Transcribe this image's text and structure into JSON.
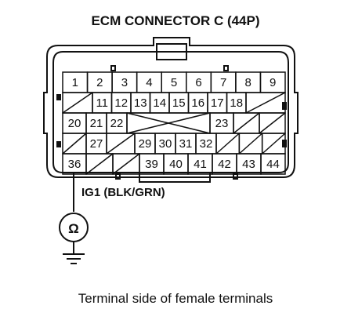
{
  "title": "ECM CONNECTOR C (44P)",
  "wire_label": "IG1 (BLK/GRN)",
  "caption": "Terminal side of female terminals",
  "ground_symbol": "ohmmeter-to-ground-icon",
  "meter_symbol": "Ω",
  "rows": [
    [
      "1",
      "2",
      "3",
      "4",
      "5",
      "6",
      "7",
      "8",
      "9"
    ],
    [
      "",
      "11",
      "12",
      "13",
      "14",
      "15",
      "16",
      "17",
      "18",
      ""
    ],
    [
      "20",
      "21",
      "22",
      "",
      "",
      "",
      "",
      "23",
      "",
      ""
    ],
    [
      "",
      "27",
      "",
      "29",
      "30",
      "31",
      "32",
      "",
      "",
      ""
    ],
    [
      "36",
      "",
      "",
      "39",
      "40",
      "41",
      "42",
      "43",
      "44"
    ]
  ],
  "colors": {
    "ink": "#111111",
    "paper": "#ffffff"
  }
}
